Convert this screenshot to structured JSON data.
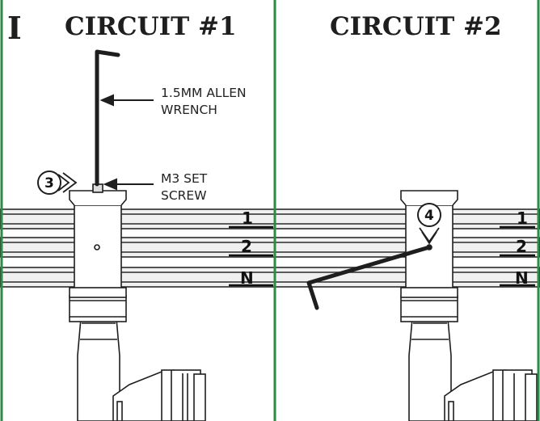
{
  "step_letter": "I",
  "panels": [
    {
      "title": "CIRCUIT #1"
    },
    {
      "title": "CIRCUIT #2"
    }
  ],
  "callouts": {
    "allen_wrench": [
      "1.5MM ALLEN",
      "WRENCH"
    ],
    "set_screw": [
      "M3 SET",
      "SCREW"
    ]
  },
  "step_numbers": {
    "tighten": "3",
    "loosen": "4"
  },
  "rail_labels": [
    "1",
    "2",
    "N"
  ],
  "colors": {
    "border": "#2e8b45",
    "line": "#1e1e1e",
    "rail_fill": "#f0f0f0"
  }
}
